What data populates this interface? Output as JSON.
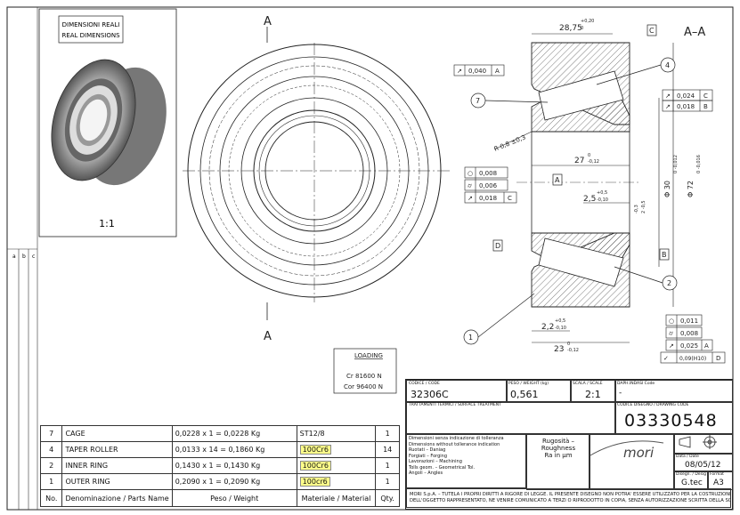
{
  "view_box": {
    "label_it": "DIMENSIONI REALI",
    "label_en": "REAL DIMENSIONS",
    "scale": "1:1"
  },
  "section": {
    "cut_label": "A",
    "title": "A–A"
  },
  "dims": {
    "d_28_75": "28,75",
    "tol_28_75_up": "+0,20",
    "tol_28_75_lo": "0",
    "d_27": "27",
    "tol_27_up": "0",
    "tol_27_lo": "-0,12",
    "d_2_5": "2,5",
    "tol_2_5_up": "+0,5",
    "tol_2_5_lo": "-0,10",
    "d_2_2": "2,2",
    "tol_2_2_up": "+0,5",
    "tol_2_2_lo": "-0,10",
    "d_23": "23",
    "tol_23_up": "0",
    "tol_23_lo": "-0,12",
    "radius": "R 0,8 ±0,3",
    "dia30": "Φ 30",
    "dia30_tol": "0 -0,012",
    "dia72": "Φ 72",
    "dia72_tol": "0 -0,016",
    "small_a": "-0,3",
    "small_b": "2 -0,5"
  },
  "datums": {
    "A": "A",
    "B": "B",
    "C": "C",
    "D": "D"
  },
  "tolerances": {
    "t1": {
      "sym": "↗",
      "val": "0,040",
      "ref": "A"
    },
    "t2": {
      "sym": "↗",
      "val": "0,024",
      "ref": "C"
    },
    "t3": {
      "sym": "↗",
      "val": "0,018",
      "ref": "B"
    },
    "t4": {
      "sym": "○",
      "val": "0,008"
    },
    "t5": {
      "sym": "⌭",
      "val": "0,006"
    },
    "t6": {
      "sym": "↗",
      "val": "0,018",
      "ref": "C"
    },
    "t7": {
      "sym": "○",
      "val": "0,011"
    },
    "t8": {
      "sym": "⌭",
      "val": "0,008"
    },
    "t9": {
      "sym": "↗",
      "val": "0,025",
      "ref": "A"
    },
    "t10": {
      "sym": "✓",
      "val": "0,09(H10)",
      "ref": "D"
    }
  },
  "balloons": [
    "1",
    "2",
    "4",
    "7"
  ],
  "side_strip": [
    "a",
    "b",
    "c"
  ],
  "loading": {
    "title": "LOADING",
    "cr": "Cr  81600 N",
    "cor": "Cor  96400 N"
  },
  "bom": {
    "header": {
      "no": "No.",
      "name": "Denominazione / Parts Name",
      "weight": "Peso / Weight",
      "material": "Materiale / Material",
      "qty": "Qty."
    },
    "rows": [
      {
        "no": "7",
        "name": "CAGE",
        "weight": "0,0228 x 1 = 0,0228 Kg",
        "material": "ST12/8",
        "qty": "1",
        "hl": false
      },
      {
        "no": "4",
        "name": "TAPER ROLLER",
        "weight": "0,0133 x 14 = 0,1860 Kg",
        "material": "100Cr6",
        "qty": "14",
        "hl": true
      },
      {
        "no": "2",
        "name": "INNER RING",
        "weight": "0,1430 x 1 = 0,1430 Kg",
        "material": "100Cr6",
        "qty": "1",
        "hl": true
      },
      {
        "no": "1",
        "name": "OUTER RING",
        "weight": "0,2090 x 1 = 0,2090 Kg",
        "material": "100cr6",
        "qty": "1",
        "hl": true
      }
    ]
  },
  "title_block": {
    "code_lbl": "CODICE / CODE",
    "code": "32306C",
    "weight_lbl": "PESO / WEIGHT (kg)",
    "weight": "0,561",
    "scale_lbl": "SCALA / SCALE",
    "scale": "2:1",
    "dpi_lbl": "DAPH.INDASI Code",
    "dpi": "-",
    "treat_lbl": "TRATTAMENTI TERMICI / SURFACE TREATMENT",
    "drawing_lbl": "CODICE DISEGNO / DRAWING CODE",
    "drawing": "03330548",
    "notes": [
      "Dimensioni senza indicazione di tolleranza",
      "Dimensions without tollerance indication",
      "Ruotati – Daniag",
      "Forgiati – Forging",
      "Lavorazioni – Machining",
      "Tolls geom. – Geometrical Tol.",
      "Angoli – Angles"
    ],
    "rough1": "Rugosità – Roughness",
    "rough2": "Ra in μm",
    "brand": "mori",
    "date_lbl": "Data / Date",
    "date": "08/05/12",
    "design_lbl": "Disegn. / Desig",
    "design": "G.tec",
    "format_lbl": "Format",
    "format": "A3",
    "footer1": "MORI S.p.A. – TUTELA I PROPRI DIRITTI A RIGORE DI LEGGE. IL PRESENTE DISEGNO NON POTRA' ESSERE UTILIZZATO PER LA COSTRUZIONE",
    "footer2": "DELL'OGGETTO RAPPRESENTATO, NE VENIRE COMUNICATO A TERZI O RIPRODOTTO IN COPIA, SENZA AUTORIZZAZIONE SCRITTA DELLA SOCIETA' STESSA"
  }
}
